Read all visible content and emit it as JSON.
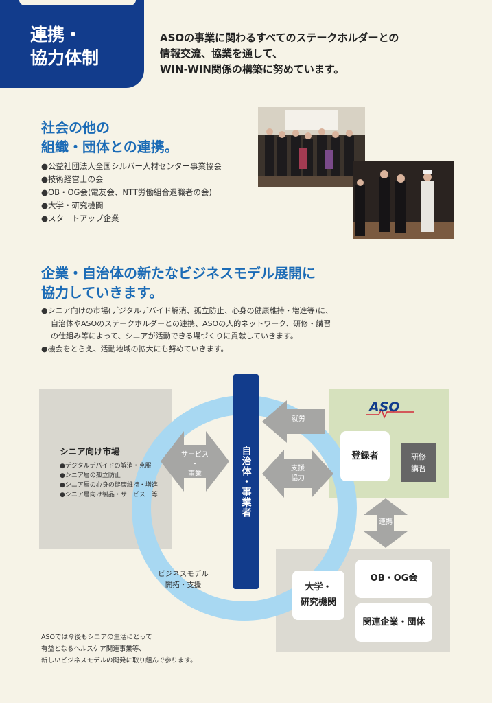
{
  "header": {
    "title_line1": "連携・",
    "title_line2": "協力体制",
    "desc_line1": "ASOの事業に関わるすべてのステークホルダーとの",
    "desc_line2": "情報交流、協業を通して、",
    "desc_line3": "WIN-WIN関係の構築に努めています。"
  },
  "section1": {
    "title_line1": "社会の他の",
    "title_line2": "組織・団体との連携。",
    "bullets": [
      "●公益社団法人全国シルバー人材センター事業協会",
      "●技術経営士の会",
      "●OB・OG会(電友会、NTT労働組合退職者の会)",
      "●大学・研究機関",
      "●スタートアップ企業"
    ]
  },
  "section2": {
    "title_line1": "企業・自治体の新たなビジネスモデル展開に",
    "title_line2": "協力していきます。",
    "bullet1_line1": "●シニア向けの市場(デジタルデバイド解消、孤立防止、心身の健康維持・増進等)に、",
    "bullet1_line2": "自治体やASOのステークホルダーとの連携、ASOの人的ネットワーク、研修・講習",
    "bullet1_line3": "の仕組み等によって、シニアが活動できる場づくりに貢献していきます。",
    "bullet2": "●機会をとらえ、活動地域の拡大にも努めていきます。"
  },
  "diagram": {
    "market_title": "シニア向け市場",
    "market_items": [
      "●デジタルデバイドの解消・克服",
      "●シニア層の孤立防止",
      "●シニア層の心身の健康維持・増進",
      "●シニア層向け製品・サービス　等"
    ],
    "service_arrow": [
      "サービス",
      "・",
      "事業"
    ],
    "gov": "自治体・事業者",
    "work_arrow": "就労",
    "support_arrow": [
      "支援",
      "協力"
    ],
    "aso_logo": "ASO",
    "registrant": "登録者",
    "training": [
      "研修",
      "講習"
    ],
    "link_arrow": "連携",
    "university": [
      "大学・",
      "研究機関"
    ],
    "obog": "OB・OG会",
    "related": "関連企業・団体",
    "bizmodel": [
      "ビジネスモデル",
      "開拓・支援"
    ],
    "footnote": [
      "ASOでは今後もシニアの生活にとって",
      "有益となるヘルスケア関連事業等、",
      "新しいビジネスモデルの開発に取り組んで参ります。"
    ]
  },
  "colors": {
    "navy": "#123c8c",
    "heading_blue": "#1b6bb6",
    "ring_blue": "#a8d8f2",
    "arrow_gray": "#a6a6a4",
    "aso_green_box": "#d6e1bd"
  }
}
